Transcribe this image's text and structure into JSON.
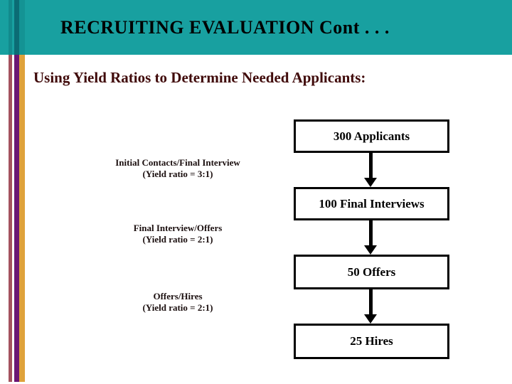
{
  "slide": {
    "header": {
      "title": "RECRUITING EVALUATION Cont . . ."
    },
    "subtitle": "Using Yield Ratios to Determine Needed Applicants:",
    "flow": {
      "boxes": [
        {
          "label": "300 Applicants"
        },
        {
          "label": "100 Final Interviews"
        },
        {
          "label": "50 Offers"
        },
        {
          "label": "25 Hires"
        }
      ],
      "ratios": [
        {
          "line1": "Initial Contacts/Final Interview",
          "line2": "(Yield ratio = 3:1)"
        },
        {
          "line1": "Final Interview/Offers",
          "line2": "(Yield ratio = 2:1)"
        },
        {
          "line1": "Offers/Hires",
          "line2": "(Yield ratio = 2:1)"
        }
      ]
    },
    "colors": {
      "header_teal": "#18A0A0",
      "stripe_maroon": "#A4525E",
      "stripe_purple": "#6B1574",
      "stripe_gold": "#DFA23B",
      "subtitle_text": "#400A0A",
      "box_border": "#000000"
    }
  }
}
